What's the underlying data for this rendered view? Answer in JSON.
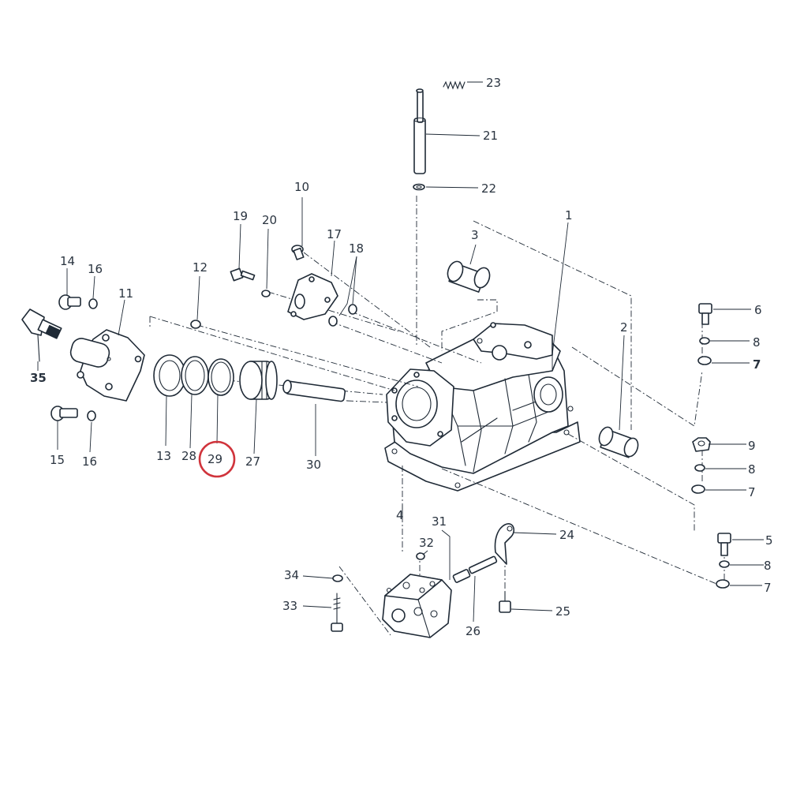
{
  "diagram": {
    "highlight_color": "#d0343c",
    "line_color": "#1f2a36",
    "highlighted_part": "29",
    "callouts": {
      "c1": "1",
      "c2": "2",
      "c3": "3",
      "c4": "4",
      "c5": "5",
      "c6": "6",
      "c7a": "7",
      "c7b": "7",
      "c7c": "7",
      "c8a": "8",
      "c8b": "8",
      "c8c": "8",
      "c9": "9",
      "c10": "10",
      "c11": "11",
      "c12": "12",
      "c13": "13",
      "c14": "14",
      "c15": "15",
      "c16a": "16",
      "c16b": "16",
      "c17": "17",
      "c18": "18",
      "c19": "19",
      "c20": "20",
      "c21": "21",
      "c22": "22",
      "c23": "23",
      "c24": "24",
      "c25": "25",
      "c26": "26",
      "c27": "27",
      "c28": "28",
      "c29": "29",
      "c30": "30",
      "c31": "31",
      "c32": "32",
      "c33": "33",
      "c34": "34",
      "c35": "35"
    }
  }
}
